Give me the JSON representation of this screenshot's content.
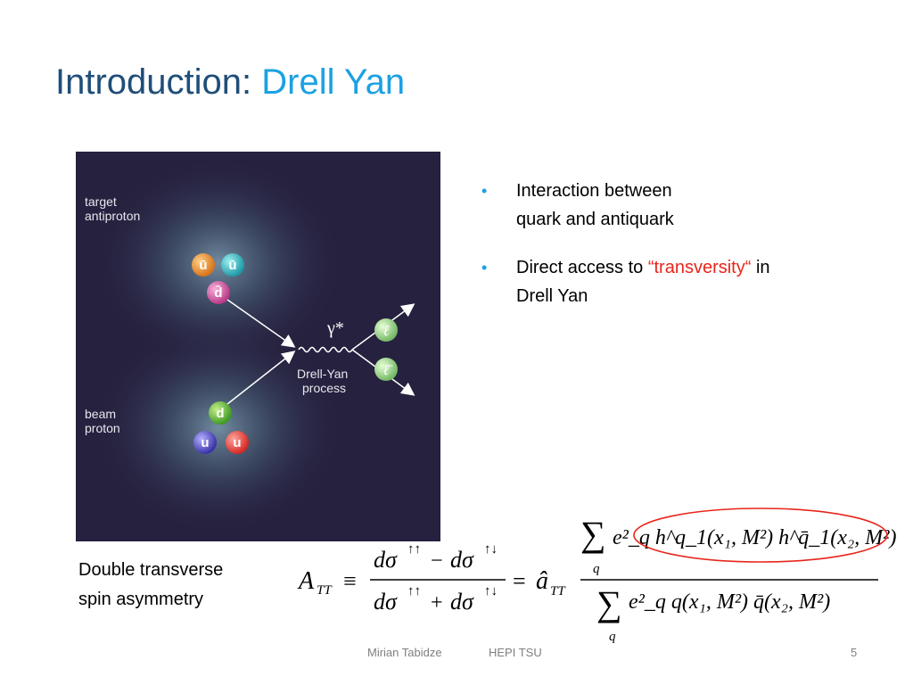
{
  "slide": {
    "title_main": "Introduction: ",
    "title_accent": "Drell Yan",
    "colors": {
      "title": "#1F4E79",
      "accent": "#1BA1E2",
      "highlight": "#E8251B",
      "figure_bg": "#26213F"
    }
  },
  "figure": {
    "target_label_1": "target",
    "target_label_2": "antiproton",
    "beam_label_1": "beam",
    "beam_label_2": "proton",
    "gamma_label": "γ*",
    "process_label_1": "Drell-Yan",
    "process_label_2": "process",
    "antiquarks": [
      "ū",
      "ū",
      "d̄"
    ],
    "quarks": [
      "d",
      "u",
      "u"
    ],
    "leptons": [
      "ℓ",
      "ℓ̄"
    ]
  },
  "bullets": [
    {
      "line1": "Interaction between",
      "line2": "quark and antiquark"
    },
    {
      "pre": "Direct access to ",
      "highlight": "“transversity“",
      "post": " in",
      "line2": "Drell Yan"
    }
  ],
  "caption": {
    "line1": "Double transverse",
    "line2": "spin asymmetry"
  },
  "formula": {
    "lhs": "A",
    "lhs_sub": "TT",
    "equiv": "≡",
    "d_sigma": "dσ",
    "up_up": "↑↑",
    "up_down": "↑↓",
    "minus": "−",
    "plus": "+",
    "equals": "=",
    "a_hat": "â",
    "a_sub": "TT",
    "sum": "∑",
    "sum_index": "q",
    "num_terms": "e²_q h^q_1(x₁, M²) h^q̄_1(x₂, M²)",
    "den_terms": "e²_q q(x₁, M²) q̄(x₂, M²)"
  },
  "footer": {
    "author": "Mirian Tabidze",
    "institution": "HEPI TSU",
    "page_number": "5"
  }
}
